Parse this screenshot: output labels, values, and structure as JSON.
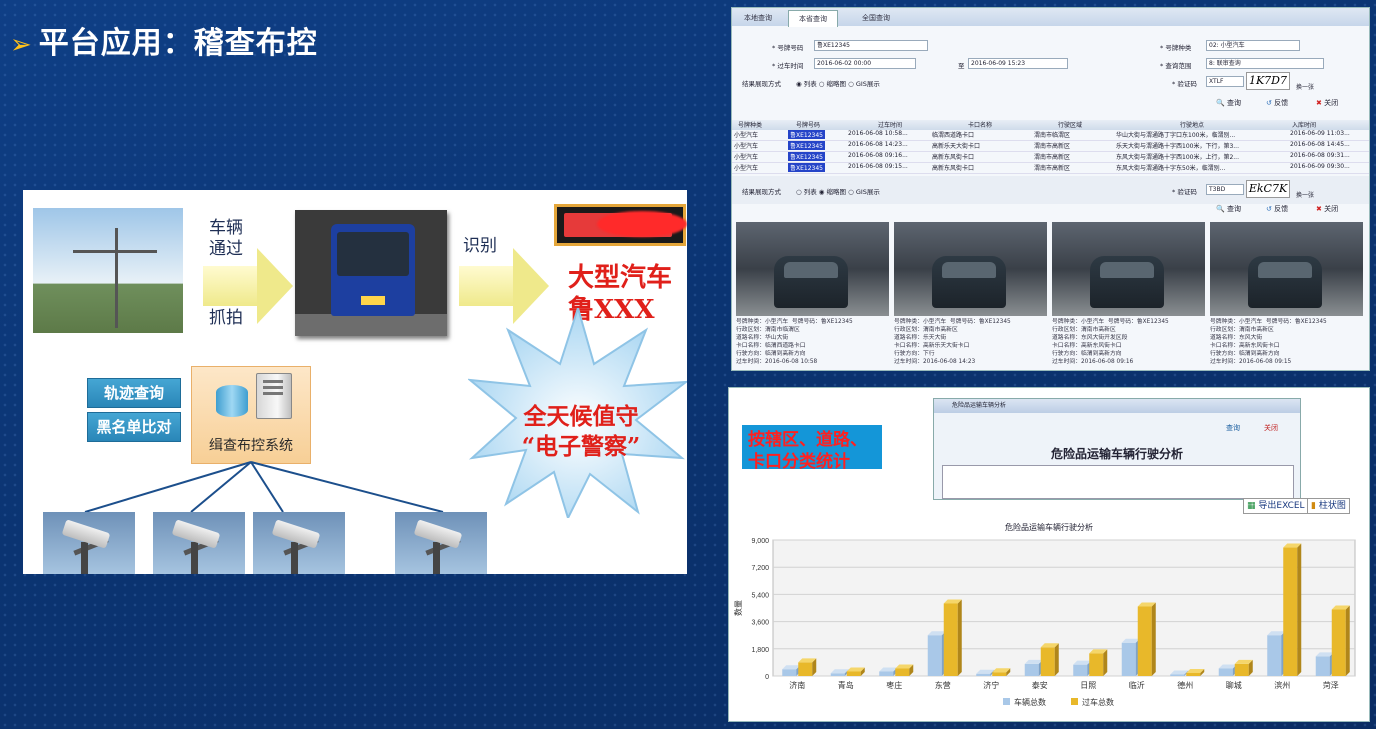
{
  "slide": {
    "title": "平台应用：稽查布控",
    "bullet_glyph": "➢"
  },
  "diagram": {
    "label_pass": "车辆\n通过",
    "label_capture": "抓拍",
    "label_recognize": "识别",
    "result_line1": "大型汽车",
    "result_line2": "鲁XXX",
    "btn_track": "轨迹查询",
    "btn_blacklist": "黑名单比对",
    "system_label": "缉查布控系统",
    "burst_line1": "全天候值守",
    "burst_line2": "“电子警察”"
  },
  "query_screen": {
    "tabs": [
      "本地查询",
      "本省查询",
      "全国查询"
    ],
    "fields": {
      "plate_label": "* 号牌号码",
      "plate_value": "鲁XE12345",
      "type_label": "* 号牌种类",
      "type_value": "02: 小型汽车",
      "time_label": "* 过车时间",
      "time_from": "2016-06-02 00:00",
      "time_to_label": "至",
      "time_to": "2016-06-09 15:23",
      "range_label": "* 查询范围",
      "range_value": "8: 联审查询",
      "display_label": "结果展现方式",
      "display_options": "◉ 列表  ○ 缩略图  ○ GIS展示",
      "captcha_label": "* 验证码",
      "captcha_value": "XTLF",
      "captcha_img": "1K7D7",
      "captcha_refresh": "换一张"
    },
    "buttons": {
      "query": "查询",
      "reset": "反馈",
      "close": "关闭"
    },
    "columns": [
      "号牌种类",
      "号牌号码",
      "过车时间",
      "卡口名称",
      "行驶区域",
      "行驶地点",
      "入库时间"
    ],
    "rows": [
      [
        "小型汽车",
        "鲁XE12345",
        "2016-06-08 10:58...",
        "临渭西道路卡口",
        "渭南市临渭区",
        "华山大街与渭通路丁字口东100米，临渭别...",
        "2016-06-09 11:03..."
      ],
      [
        "小型汽车",
        "鲁XE12345",
        "2016-06-08 14:23...",
        "高新乐天大街卡口",
        "渭南市高新区",
        "乐天大街与渭通路十字西100米，下行，第3...",
        "2016-06-08 14:45..."
      ],
      [
        "小型汽车",
        "鲁XE12345",
        "2016-06-08 09:16...",
        "高新东风街卡口",
        "渭南市高新区",
        "东风大街与渭通路十字西100米，上行，第2...",
        "2016-06-08 09:31..."
      ],
      [
        "小型汽车",
        "鲁XE12345",
        "2016-06-08 09:15...",
        "高新东风街卡口",
        "渭南市高新区",
        "东风大街与渭通路十字东50米，临渭别...",
        "2016-06-09 09:30..."
      ]
    ],
    "display2_options": "○ 列表  ◉ 缩略图  ○ GIS展示",
    "captcha2_value": "T3BD",
    "captcha2_img": "EkC7K",
    "thumb_captions": [
      "号牌种类：小型汽车  号牌号码：鲁XE12345\n行政区划：渭南市临渭区\n道路名称：华山大街\n卡口名称：临渭西道路卡口\n行驶方向：临渭到高新方向\n过车时间：2016-06-08 10:58",
      "号牌种类：小型汽车  号牌号码：鲁XE12345\n行政区划：渭南市高新区\n道路名称：乐天大街\n卡口名称：高新乐天大街卡口\n行驶方向：下行\n过车时间：2016-06-08 14:23",
      "号牌种类：小型汽车  号牌号码：鲁XE12345\n行政区划：渭南市高新区\n道路名称：东风大街开发区段\n卡口名称：高新东风街卡口\n行驶方向：临渭到高新方向\n过车时间：2016-06-08 09:16",
      "号牌种类：小型汽车  号牌号码：鲁XE12345\n行政区划：渭南市高新区\n道路名称：东风大街\n卡口名称：高新东风街卡口\n行驶方向：临渭到高新方向\n过车时间：2016-06-08 09:15"
    ]
  },
  "stats_screen": {
    "label": "按辖区、道路、卡口分类统计",
    "window_title": "危险品运输车辆分析",
    "heading": "危险品运输车辆行驶分析",
    "btn_query": "查询",
    "btn_close": "关闭",
    "export_label": "导出EXCEL",
    "chart_btn": "柱状图"
  },
  "chart_data": {
    "type": "bar",
    "title": "危险品运输车辆行驶分析",
    "ylabel": "数量",
    "xlabel": "",
    "categories": [
      "济南",
      "青岛",
      "枣庄",
      "东营",
      "济宁",
      "泰安",
      "日照",
      "临沂",
      "德州",
      "聊城",
      "滨州",
      "菏泽"
    ],
    "series": [
      {
        "name": "车辆总数",
        "color": "#a9c8e8",
        "values": [
          450,
          180,
          300,
          2700,
          150,
          800,
          750,
          2200,
          100,
          500,
          2700,
          1300
        ]
      },
      {
        "name": "过车总数",
        "color": "#e8b82a",
        "values": [
          900,
          300,
          500,
          4800,
          250,
          1900,
          1500,
          4600,
          200,
          800,
          8500,
          4400
        ]
      }
    ],
    "ylim": [
      0,
      9000
    ],
    "yticks": [
      "0",
      "1,800",
      "3,600",
      "5,400",
      "7,200",
      "9,000"
    ],
    "legend": "bottom",
    "grid": true
  }
}
